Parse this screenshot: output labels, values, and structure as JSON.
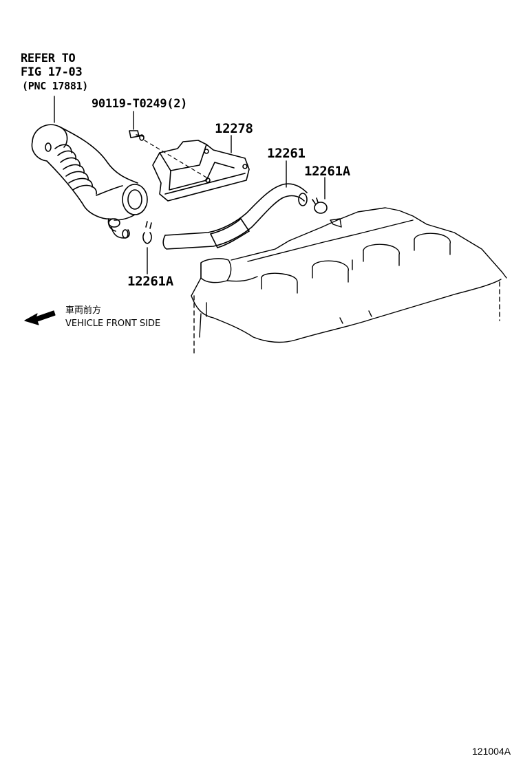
{
  "refer": {
    "line1": "REFER TO",
    "line2": "FIG 17-03",
    "line3": "(PNC 17881)"
  },
  "parts": {
    "bolt": "90119-T0249(2)",
    "bracket": "12278",
    "hose": "12261",
    "clamp_right": "12261A",
    "clamp_left": "12261A"
  },
  "direction": {
    "jp": "車両前方",
    "en": "VEHICLE FRONT SIDE",
    "icon": "arrow-left-icon"
  },
  "figure_code": "121004A"
}
